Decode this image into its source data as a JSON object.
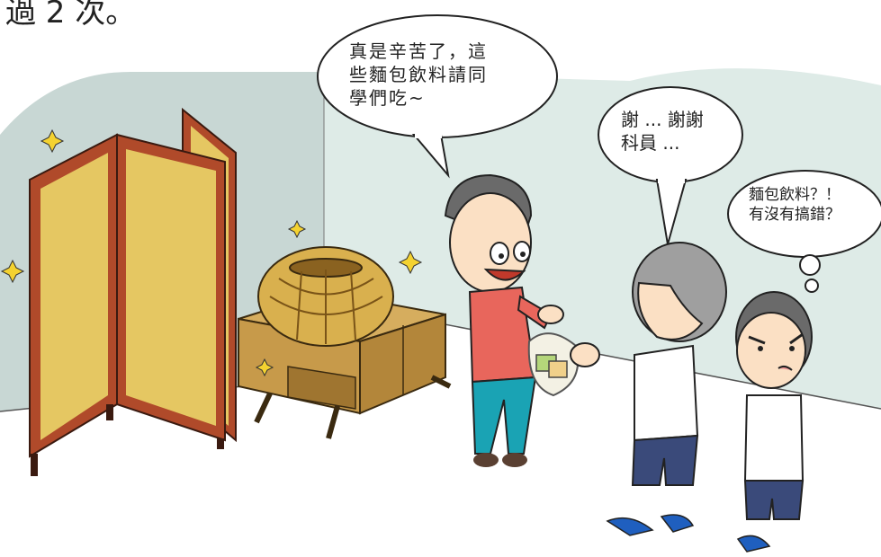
{
  "caption": {
    "top_text": "過 2 次。"
  },
  "speech": {
    "staff": [
      "真是辛苦了，這",
      "些麵包飲料請同",
      "學們吃~"
    ],
    "student_left": [
      "謝 ... 謝謝",
      "科員 ..."
    ],
    "student_right_thought": [
      "麵包飲料？！",
      "有沒有搞錯？"
    ]
  },
  "colors": {
    "wall_back": "#c8d7d4",
    "wall_right": "#deebe7",
    "floor": "#ffffff",
    "screen_frame": "#b04a2a",
    "screen_panel": "#e5c762",
    "cabinet": "#c79a4a",
    "staff_shirt": "#e8665c",
    "staff_pants": "#1aa3b4",
    "student_shorts": "#3a4a7a",
    "slippers": "#1f5fbf"
  },
  "icons": [
    "sparkle-icon"
  ]
}
